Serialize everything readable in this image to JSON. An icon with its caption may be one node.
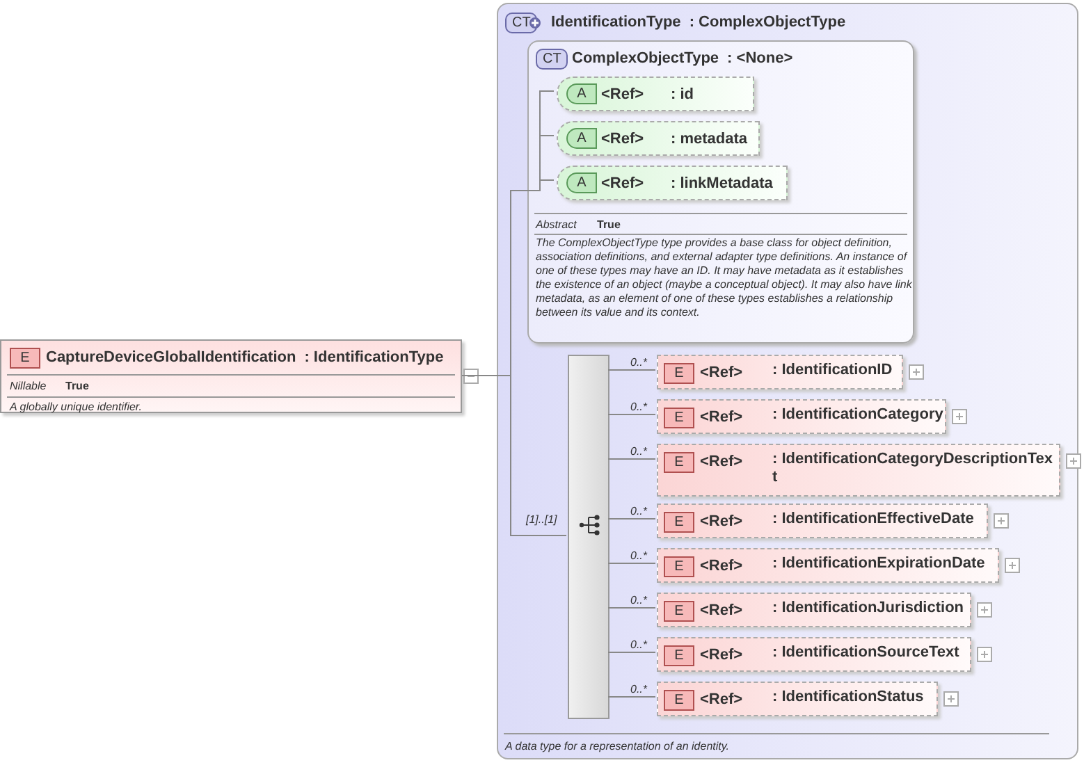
{
  "diagram": {
    "nodes": [
      {
        "text": [
          "E",
          "CaptureDeviceGlobalIdentification",
          ": IdentificationType",
          "Nillable",
          "True",
          "A globally unique identifier."
        ]
      },
      {
        "text": [
          "CT",
          "IdentificationType",
          ": ComplexObjectType",
          "A data type for a representation of an identity."
        ]
      },
      {
        "text": [
          "CT",
          "ComplexObjectType",
          ": <None>",
          "Abstract",
          "True",
          "The ComplexObjectType type provides a base class for object definition, association definitions, and external adapter type definitions. An instance of one of these types may have an ID. It may have metadata as it establishes the existence of an object (maybe a conceptual object). It may also have link metadata, as an element of one of these types establishes a relationship between its value and its context."
        ],
        "in": 1
      },
      {
        "text": [
          "A",
          "<Ref>",
          ": id"
        ],
        "in": 2
      },
      {
        "text": [
          "A",
          "<Ref>",
          ": metadata"
        ],
        "in": 2
      },
      {
        "text": [
          "A",
          "<Ref>",
          ": linkMetadata"
        ],
        "in": 2
      },
      {
        "text": [],
        "shape": "bar",
        "in": 1,
        "beside": [
          "[1]..[1]"
        ]
      },
      {
        "text": [
          "E",
          "<Ref>",
          ": IdentificationID"
        ],
        "in": 1,
        "beside": [
          "0..*"
        ]
      },
      {
        "text": [
          "E",
          "<Ref>",
          ": IdentificationCategory"
        ],
        "in": 1,
        "beside": [
          "0..*"
        ]
      },
      {
        "text": [
          "E",
          "<Ref>",
          ": IdentificationCategoryDescriptionText"
        ],
        "in": 1,
        "beside": [
          "0..*"
        ]
      },
      {
        "text": [
          "E",
          "<Ref>",
          ": IdentificationEffectiveDate"
        ],
        "in": 1,
        "beside": [
          "0..*"
        ]
      },
      {
        "text": [
          "E",
          "<Ref>",
          ": IdentificationExpirationDate"
        ],
        "in": 1,
        "beside": [
          "0..*"
        ]
      },
      {
        "text": [
          "E",
          "<Ref>",
          ": IdentificationJurisdiction"
        ],
        "in": 1,
        "beside": [
          "0..*"
        ]
      },
      {
        "text": [
          "E",
          "<Ref>",
          ": IdentificationSourceText"
        ],
        "in": 1,
        "beside": [
          "0..*"
        ]
      },
      {
        "text": [
          "E",
          "<Ref>",
          ": IdentificationStatus"
        ],
        "in": 1,
        "beside": [
          "0..*"
        ]
      }
    ],
    "edges": [
      {
        "from": 0,
        "to": 3,
        "arrow": "none"
      },
      {
        "from": 0,
        "to": 4,
        "arrow": "none"
      },
      {
        "from": 0,
        "to": 5,
        "arrow": "none"
      },
      {
        "from": 0,
        "to": 6,
        "arrow": "none"
      },
      {
        "from": 6,
        "to": 7,
        "arrow": "none"
      },
      {
        "from": 6,
        "to": 8,
        "arrow": "none"
      },
      {
        "from": 6,
        "to": 9,
        "arrow": "none"
      },
      {
        "from": 6,
        "to": 10,
        "arrow": "none"
      },
      {
        "from": 6,
        "to": 11,
        "arrow": "none"
      },
      {
        "from": 6,
        "to": 12,
        "arrow": "none"
      },
      {
        "from": 6,
        "to": 13,
        "arrow": "none"
      },
      {
        "from": 6,
        "to": 14,
        "arrow": "none"
      }
    ]
  }
}
